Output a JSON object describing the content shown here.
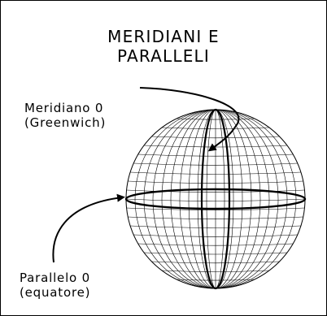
{
  "title": {
    "line1": "MERIDIANI E",
    "line2": "PARALLELI"
  },
  "labels": {
    "meridian": {
      "line1": "Meridiano 0",
      "line2": "(Greenwich)"
    },
    "parallel": {
      "line1": "Parallelo 0",
      "line2": "(equatore)"
    }
  }
}
